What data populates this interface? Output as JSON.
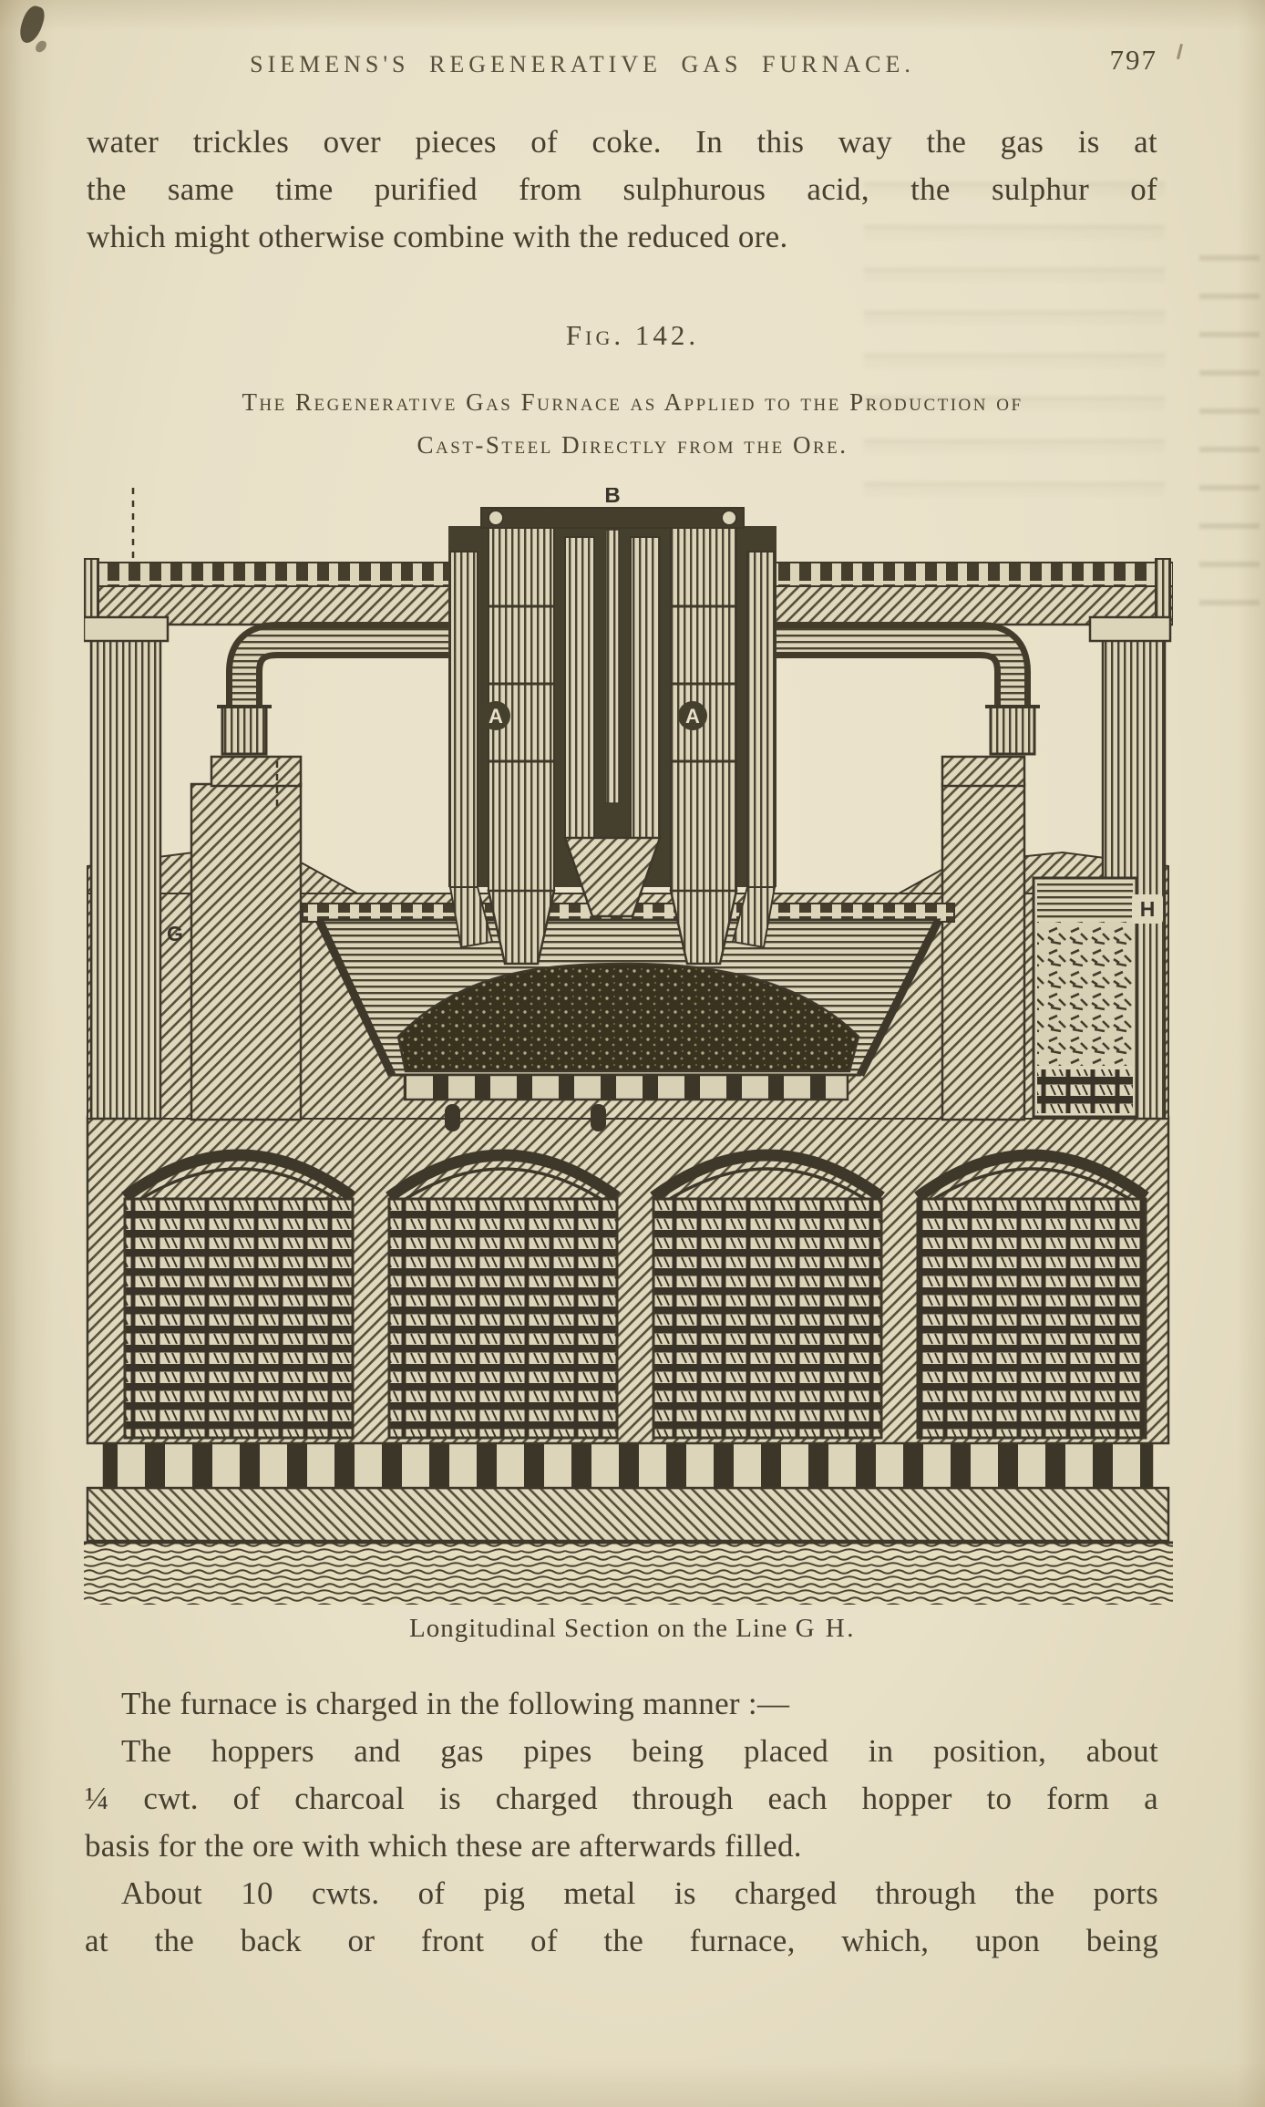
{
  "palette": {
    "paper": "#e8e0c7",
    "ink": "#4a4434",
    "engraving_ink": "#3e382b"
  },
  "header": {
    "title": "SIEMENS'S REGENERATIVE GAS FURNACE.",
    "page_number": "797"
  },
  "intro": {
    "lines": [
      "water trickles over pieces of coke.  In this way the gas is at",
      "the same time purified from sulphurous acid, the sulphur of",
      "which might otherwise combine with the reduced ore."
    ]
  },
  "figure": {
    "number": "Fig. 142.",
    "title_line1": "The Regenerative Gas Furnace as Applied to the Production of",
    "title_line2": "Cast-Steel Directly from the Ore.",
    "labels": {
      "b": "B",
      "a_left": "A",
      "a_right": "A",
      "g": "G",
      "h": "H"
    },
    "caption_main": "Longitudinal Section on the Line",
    "caption_ref": "G H."
  },
  "body": {
    "para1": [
      "The furnace is charged in the following manner :—"
    ],
    "para2": [
      "The hoppers and gas pipes being placed in position, about",
      "¼ cwt. of charcoal is charged through each hopper to form a",
      "basis for the ore with which these are afterwards filled."
    ],
    "para3": [
      "About 10 cwts. of pig metal is charged through the ports",
      "at the back or front of the furnace, which, upon being"
    ]
  }
}
